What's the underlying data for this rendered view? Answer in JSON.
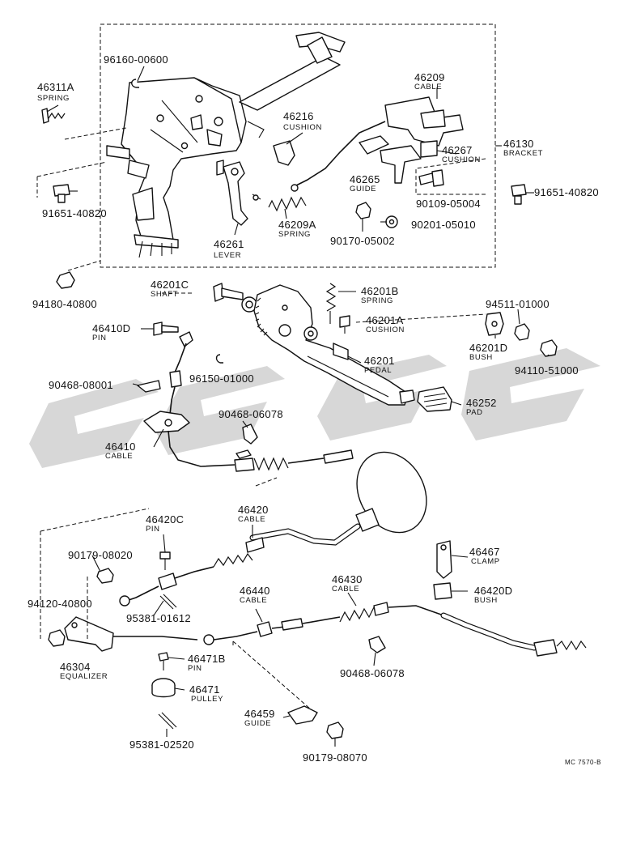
{
  "watermark": "cgc",
  "diagram_code": "MC 7570-B",
  "labels": [
    {
      "id": "96160-00600",
      "name": ""
    },
    {
      "id": "46311A",
      "name": "SPRING"
    },
    {
      "id": "46209",
      "name": "CABLE"
    },
    {
      "id": "46216",
      "name": "CUSHION"
    },
    {
      "id": "46130",
      "name": "BRACKET"
    },
    {
      "id": "46267",
      "name": "CUSHION"
    },
    {
      "id": "46265",
      "name": "GUIDE"
    },
    {
      "id": "90109-05004",
      "name": ""
    },
    {
      "id": "91651-40820",
      "name": ""
    },
    {
      "id": "91651-40820",
      "name": ""
    },
    {
      "id": "46209A",
      "name": "SPRING"
    },
    {
      "id": "90201-05010",
      "name": ""
    },
    {
      "id": "90170-05002",
      "name": ""
    },
    {
      "id": "46261",
      "name": "LEVER"
    },
    {
      "id": "94180-40800",
      "name": ""
    },
    {
      "id": "46201C",
      "name": "SHAFT"
    },
    {
      "id": "46201B",
      "name": "SPRING"
    },
    {
      "id": "94511-01000",
      "name": ""
    },
    {
      "id": "46201A",
      "name": "CUSHION"
    },
    {
      "id": "46410D",
      "name": "PIN"
    },
    {
      "id": "46201D",
      "name": "BUSH"
    },
    {
      "id": "94110-51000",
      "name": ""
    },
    {
      "id": "46201",
      "name": "PEDAL"
    },
    {
      "id": "96150-01000",
      "name": ""
    },
    {
      "id": "90468-08001",
      "name": ""
    },
    {
      "id": "46252",
      "name": "PAD"
    },
    {
      "id": "90468-06078",
      "name": ""
    },
    {
      "id": "46410",
      "name": "CABLE"
    },
    {
      "id": "46420",
      "name": "CABLE"
    },
    {
      "id": "46420C",
      "name": "PIN"
    },
    {
      "id": "90179-08020",
      "name": ""
    },
    {
      "id": "46467",
      "name": "CLAMP"
    },
    {
      "id": "46430",
      "name": "CABLE"
    },
    {
      "id": "46440",
      "name": "CABLE"
    },
    {
      "id": "46420D",
      "name": "BUSH"
    },
    {
      "id": "94120-40800",
      "name": ""
    },
    {
      "id": "95381-01612",
      "name": ""
    },
    {
      "id": "46304",
      "name": "EQUALIZER"
    },
    {
      "id": "46471B",
      "name": "PIN"
    },
    {
      "id": "90468-06078",
      "name": ""
    },
    {
      "id": "46471",
      "name": "PULLEY"
    },
    {
      "id": "46459",
      "name": "GUIDE"
    },
    {
      "id": "95381-02520",
      "name": ""
    },
    {
      "id": "90179-08070",
      "name": ""
    }
  ]
}
